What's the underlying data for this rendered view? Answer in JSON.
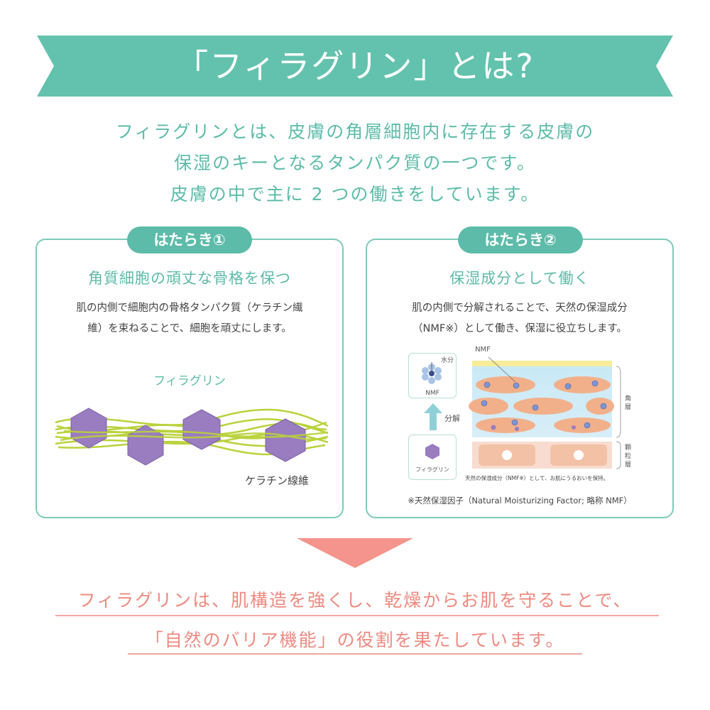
{
  "header": {
    "title": "「フィラグリン」とは?"
  },
  "intro": {
    "lines": [
      "フィラグリンとは、皮膚の角層細胞内に存在する皮膚の",
      "保湿のキーとなるタンパク質の一つです。",
      "皮膚の中で主に 2 つの働きをしています。"
    ]
  },
  "card1": {
    "badge": "はたらき①",
    "title": "角質細胞の頑丈な骨格を保つ",
    "body": [
      "肌の内側で細胞内の骨格タンパク質（ケラチン繊",
      "維）を束ねることで、細胞を頑丈にします。"
    ],
    "label_filaggrin": "フィラグリン",
    "label_keratin": "ケラチン線維"
  },
  "card2": {
    "badge": "はたらき②",
    "title": "保湿成分として働く",
    "body": [
      "肌の内側で分解されることで、天然の保湿成分",
      "（NMF※）として働き、保湿に役立ちします。"
    ],
    "diagram": {
      "water_label": "水分",
      "nmf_small": "NMF",
      "decompose": "分解",
      "filaggrin_small": "フィラグリン",
      "nmf_top": "NMF",
      "layer_horny": "角層",
      "layer_granular": "顆粒層",
      "caption": "天然の保湿成分（NMF※）として、お肌にうるおいを保持。"
    },
    "footnote": "※天然保湿因子（Natural Moisturizing Factor; 略称 NMF）"
  },
  "conclusion": {
    "line1": "フィラグリンは、肌構造を強くし、乾燥からお肌を守ることで、",
    "line2": "「自然のバリア機能」の役割を果たしています。"
  },
  "colors": {
    "teal": "#5dbba9",
    "banner": "#63c2ae",
    "coral": "#f4948c",
    "purple": "#9a7cc0",
    "green": "#b9d23a"
  }
}
